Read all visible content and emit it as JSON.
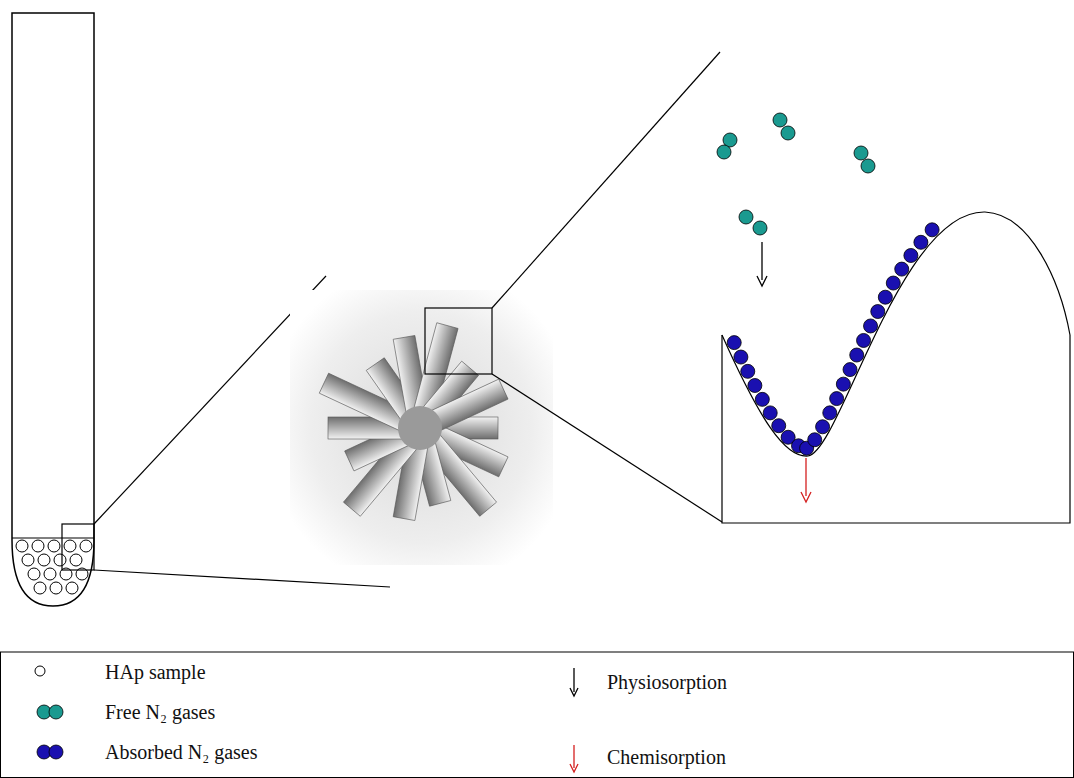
{
  "diagram": {
    "legend": [
      {
        "text": "HAp sample"
      },
      {
        "text": "Free N₂ gases"
      },
      {
        "text": "Absorbed N₂ gases"
      },
      {
        "text": "Physiosorption"
      },
      {
        "text": "Chemisorption"
      }
    ]
  }
}
